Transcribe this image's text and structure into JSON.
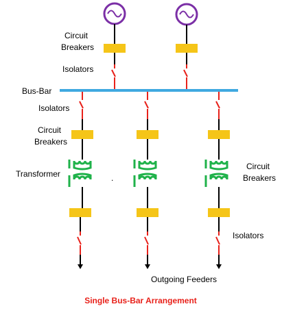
{
  "labels": {
    "top_breaker": [
      "Circuit",
      "Breakers"
    ],
    "top_isolator": "Isolators",
    "busbar": "Bus-Bar",
    "feeder_isolator": "Isolators",
    "feeder_breaker": [
      "Circuit",
      "Breakers"
    ],
    "transformer": "Transformer",
    "right_breaker": [
      "Circuit",
      "Breakers"
    ],
    "right_isolator": "Isolators",
    "outgoing": "Outgoing Feeders",
    "dot": "."
  },
  "caption": "Single Bus-Bar Arrangement",
  "colors": {
    "busbar": "#3fa9e0",
    "breaker": "#f5c518",
    "isolator": "#e8211a",
    "transformer": "#1fb24a",
    "generator": "#7b2fa6",
    "wire": "#000000",
    "caption": "#e8211a"
  }
}
